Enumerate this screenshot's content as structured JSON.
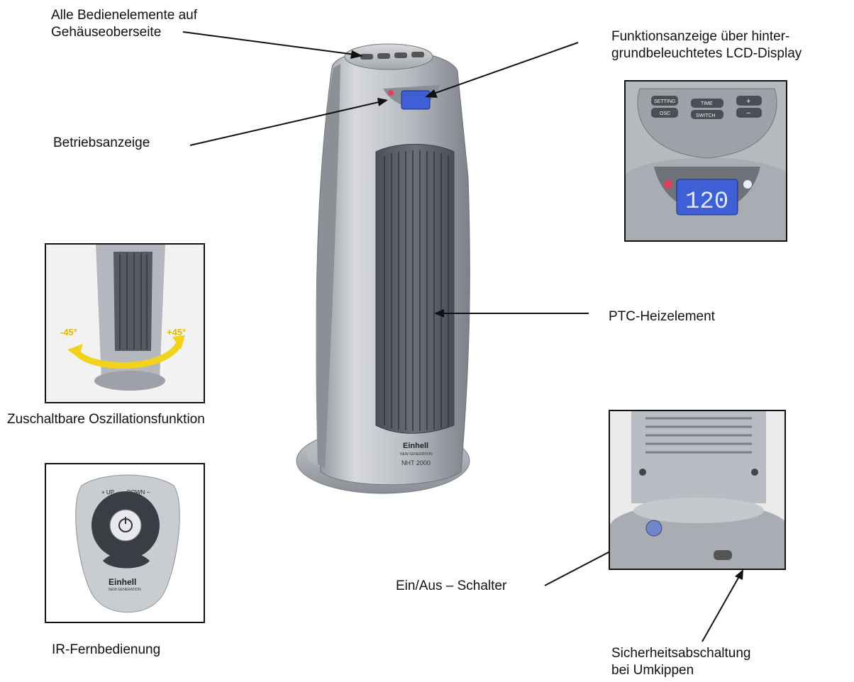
{
  "labels": {
    "top_controls_line1": "Alle Bedienelemente auf",
    "top_controls_line2": "Gehäuseoberseite",
    "lcd_line1": "Funktionsanzeige über hinter-",
    "lcd_line2": "grundbeleuchtetes LCD-Display",
    "indicator": "Betriebsanzeige",
    "ptc": "PTC-Heizelement",
    "oscillation": "Zuschaltbare Oszillationsfunktion",
    "remote": "IR-Fernbedienung",
    "switch": "Ein/Aus – Schalter",
    "safety_line1": "Sicherheitsabschaltung",
    "safety_line2": "bei Umkippen"
  },
  "product": {
    "brand": "Einhell",
    "sub_brand": "NEW GENERATION",
    "model": "NHT 2000"
  },
  "lcd": {
    "value": "120"
  },
  "panel_buttons": {
    "setting": "SETTING",
    "osc": "OSC",
    "time": "TIME",
    "switch": "SWITCH",
    "plus": "+",
    "minus": "−"
  },
  "oscillation": {
    "left_angle": "-45°",
    "right_angle": "+45°"
  },
  "remote": {
    "up": "+ UP",
    "down": "DOWN −"
  },
  "colors": {
    "body_silver": "#b9bcc2",
    "grille_dark": "#5a5f68",
    "lcd_blue": "#3f5fd6",
    "arrow_yellow": "#f2d21b",
    "led_red": "#e0405a"
  }
}
